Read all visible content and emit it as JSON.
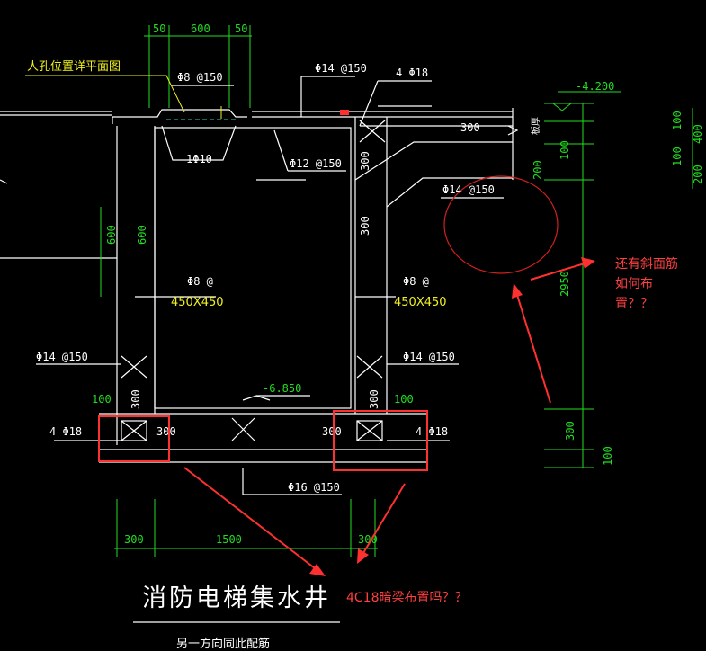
{
  "dims_top": [
    "50",
    "600",
    "50"
  ],
  "dims_bottom": [
    "300",
    "1500",
    "300"
  ],
  "dims_left": [
    "600",
    "600",
    "100",
    "300"
  ],
  "dims_right_col": [
    "100",
    "200",
    "2950",
    "300",
    "100"
  ],
  "dims_far_right": [
    "100",
    "200",
    "400",
    "100"
  ],
  "dims_wall": [
    "300",
    "300",
    "300",
    "300",
    "300",
    "300"
  ],
  "dims_slab": [
    "300"
  ],
  "dims_right_extra": [
    "100"
  ],
  "elevation_top": "-4.200",
  "elevation_bottom": "-6.850",
  "manhole_note": "人孔位置详平面图",
  "rebar": {
    "top_mesh": "Φ8 @150",
    "slab_top": "Φ14 @150",
    "corner_bars": "4 Φ18",
    "manhole_ring": "1Φ10",
    "cover_slab": "Φ12 @150",
    "slope_bar": "Φ14 @150",
    "left_haunch": "Φ8 @",
    "left_haunch_size": "450X450",
    "right_haunch": "Φ8 @",
    "right_haunch_size": "450X450",
    "left_wall": "Φ14 @150",
    "right_wall": "Φ14 @150",
    "left_beam": "4 Φ18",
    "right_beam": "4 Φ18",
    "bottom_slab": "Φ16 @150"
  },
  "side_label": "板厚",
  "title": "消防电梯集水井",
  "subtitle": "另一方向同此配筋",
  "annotations": {
    "slope_question_line1": "还有斜面筋",
    "slope_question_line2": "如何布",
    "slope_question_line3": "置？？",
    "beam_question": "4C18暗梁布置吗？？"
  },
  "colors": {
    "background": "#000000",
    "dimension": "#22dd22",
    "outline": "#ffffff",
    "note": "#f0f020",
    "markup": "#ff3030"
  }
}
